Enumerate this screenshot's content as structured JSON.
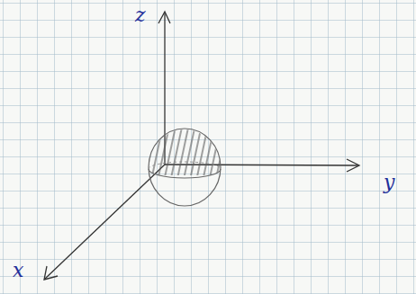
{
  "diagram": {
    "labels": [
      "z",
      "y",
      "x"
    ]
  }
}
